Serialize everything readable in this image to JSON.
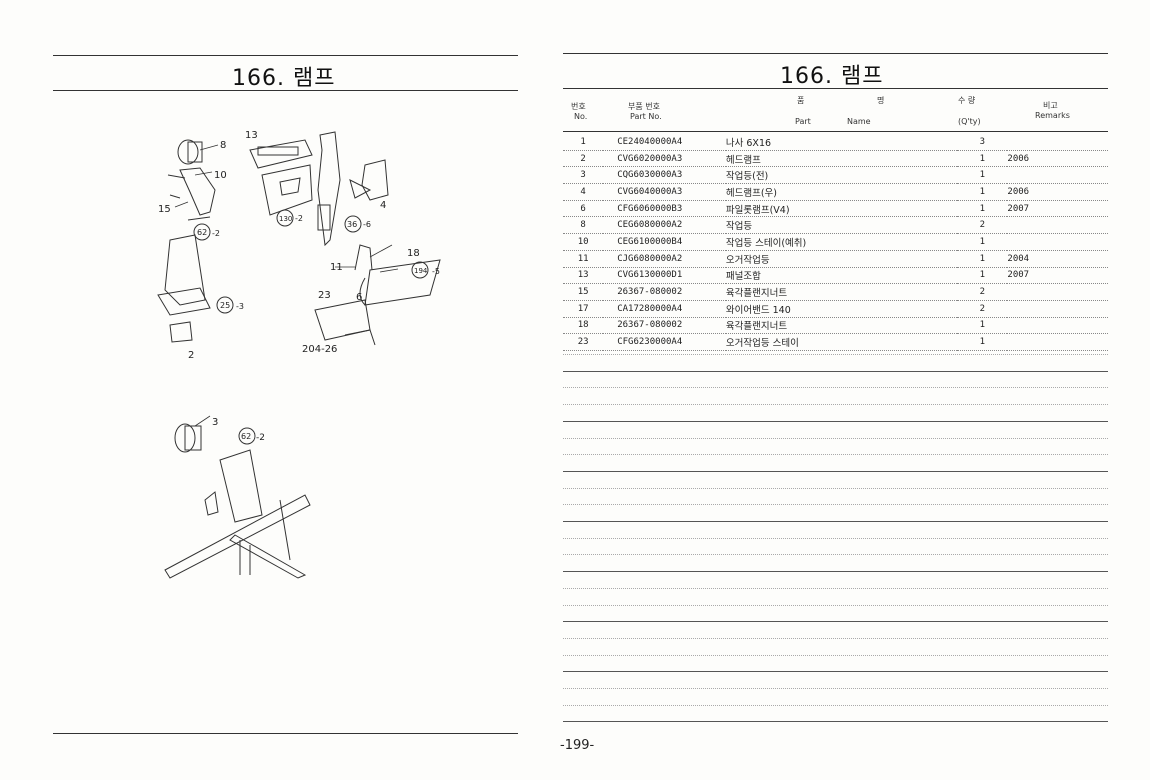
{
  "left_page": {
    "title": "166. 램프",
    "callouts": [
      "13",
      "8",
      "10",
      "15",
      "62",
      "-2",
      "130",
      "-2",
      "36",
      "-6",
      "4",
      "11",
      "18",
      "194",
      "-5",
      "6",
      "23",
      "25",
      "-3",
      "2",
      "204-26",
      "3",
      "62",
      "-2"
    ]
  },
  "right_page": {
    "title": "166. 램프",
    "headers": {
      "no_kr": "번호",
      "no_en": "No.",
      "pn_kr": "부품 번호",
      "pn_en": "Part  No.",
      "name_kr_1": "품",
      "name_kr_2": "명",
      "name_en_1": "Part",
      "name_en_2": "Name",
      "qty_kr": "수  량",
      "qty_en": "(Q'ty)",
      "rem_kr": "비고",
      "rem_en": "Remarks"
    },
    "rows": [
      {
        "no": "1",
        "part_no": "CE24040000A4",
        "name": "나사 6X16",
        "qty": "3",
        "remarks": ""
      },
      {
        "no": "2",
        "part_no": "CVG6020000A3",
        "name": "헤드램프",
        "qty": "1",
        "remarks": "2006"
      },
      {
        "no": "3",
        "part_no": "CQG6030000A3",
        "name": "작업등(전)",
        "qty": "1",
        "remarks": ""
      },
      {
        "no": "4",
        "part_no": "CVG6040000A3",
        "name": "헤드램프(우)",
        "qty": "1",
        "remarks": "2006"
      },
      {
        "no": "6",
        "part_no": "CFG6060000B3",
        "name": "파일롯램프(V4)",
        "qty": "1",
        "remarks": "2007"
      },
      {
        "no": "8",
        "part_no": "CEG6080000A2",
        "name": "작업등",
        "qty": "2",
        "remarks": ""
      },
      {
        "no": "10",
        "part_no": "CEG6100000B4",
        "name": "작업등 스테이(예취)",
        "qty": "1",
        "remarks": ""
      },
      {
        "no": "11",
        "part_no": "CJG6080000A2",
        "name": "오거작업등",
        "qty": "1",
        "remarks": "2004"
      },
      {
        "no": "13",
        "part_no": "CVG6130000D1",
        "name": "패널조합",
        "qty": "1",
        "remarks": "2007"
      },
      {
        "no": "15",
        "part_no": "26367-080002",
        "name": "육각플랜지너트",
        "qty": "2",
        "remarks": ""
      },
      {
        "no": "17",
        "part_no": "CA17280000A4",
        "name": "와이어밴드 140",
        "qty": "2",
        "remarks": ""
      },
      {
        "no": "18",
        "part_no": "26367-080002",
        "name": "육각플랜지너트",
        "qty": "1",
        "remarks": ""
      },
      {
        "no": "23",
        "part_no": "CFG6230000A4",
        "name": "오거작업등 스테이",
        "qty": "1",
        "remarks": ""
      }
    ]
  },
  "page_number": "-199-"
}
